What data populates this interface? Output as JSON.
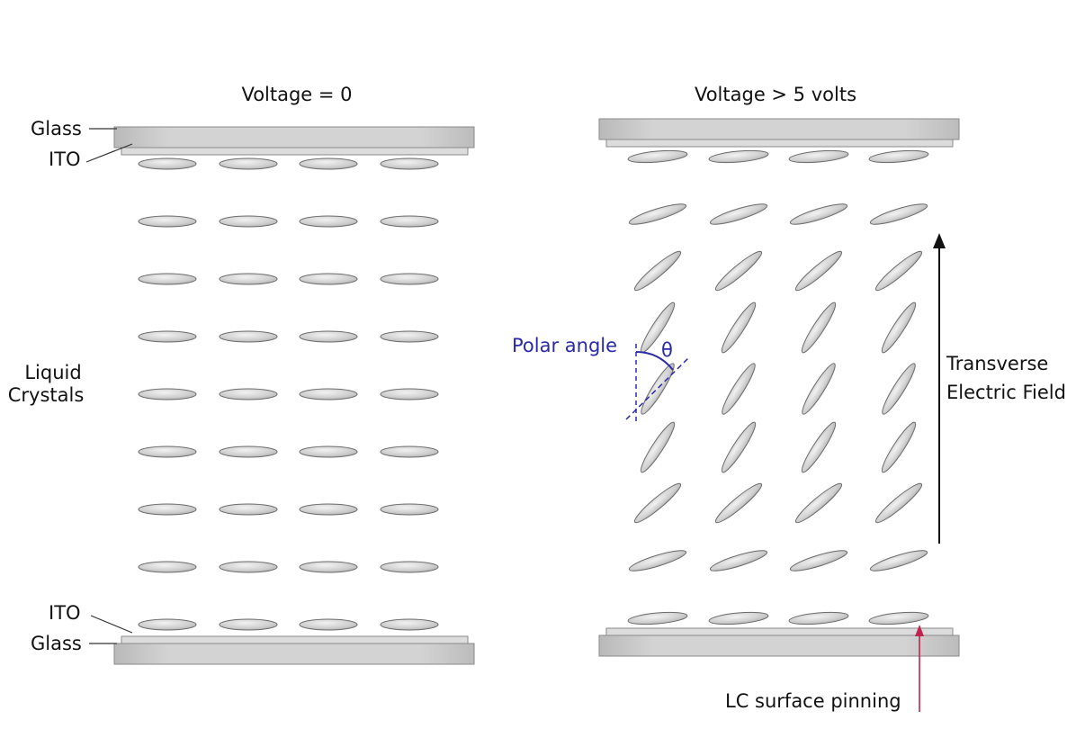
{
  "panels": {
    "left": {
      "title": "Voltage = 0"
    },
    "right": {
      "title": "Voltage > 5 volts"
    }
  },
  "labels": {
    "glass_top": "Glass",
    "ito_top": "ITO",
    "liquid_line1": "Liquid",
    "liquid_line2": "Crystals",
    "ito_bottom": "ITO",
    "glass_bottom": "Glass",
    "polar_angle": "Polar angle",
    "theta": "θ",
    "field_line1": "Transverse",
    "field_line2": "Electric Field",
    "pinning": "LC surface pinning"
  },
  "diagram": {
    "columns": 4,
    "rows": 9,
    "right_tilts_deg": [
      5,
      17,
      40,
      57,
      58,
      57,
      40,
      17,
      5
    ]
  },
  "colors": {
    "molecule_fill": "#d4d4d4",
    "molecule_stroke": "#6a6a6a",
    "glass_fill": "#cfcfcf",
    "polar_color": "#2a2aa8",
    "pinning_arrow": "#c0244e",
    "text": "#111111"
  }
}
